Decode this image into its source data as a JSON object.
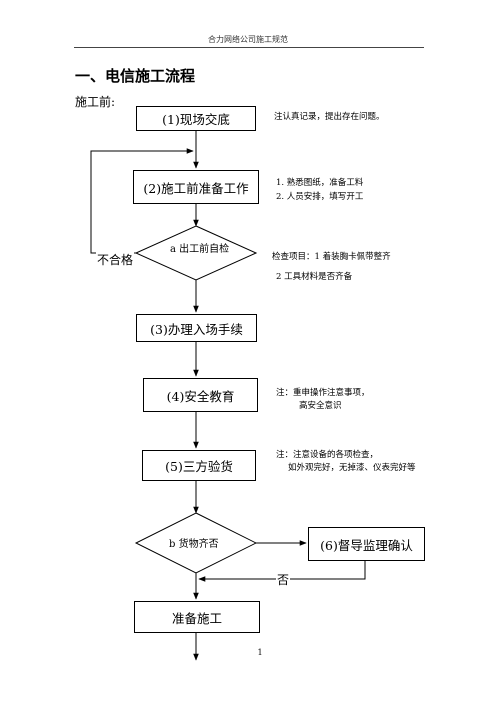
{
  "header": {
    "text": "合力网络公司施工规范"
  },
  "title": "一、电信施工流程",
  "subtitle": "施工前:",
  "flow": {
    "step1": "(1)现场交底",
    "step2": "(2)施工前准备工作",
    "decision_a": "a 出工前自检",
    "step3": "(3)办理入场手续",
    "step4": "(4)安全教育",
    "step5": "(5)三方验货",
    "decision_b": "b 货物齐否",
    "step6": "(6)督导监理确认",
    "final": "准备施工",
    "fail_label": "不合格",
    "no_label": "否"
  },
  "notes": {
    "n1": "注认真记录，提出存在问题。",
    "n2_line1": "1. 熟悉图纸，准备工料",
    "n2_line2": "2. 人员安排，填写开工",
    "n3_line1": "检查项目：1 着装胸卡佩带整齐",
    "n3_line2": "2 工具材料是否齐备",
    "n4_line1": "注：重申操作注意事项，",
    "n4_line2": "高安全意识",
    "n5_line1": "注：注意设备的各项检查，",
    "n5_line2": "如外观完好，无掉漆、仪表完好等"
  },
  "page_number": "1"
}
